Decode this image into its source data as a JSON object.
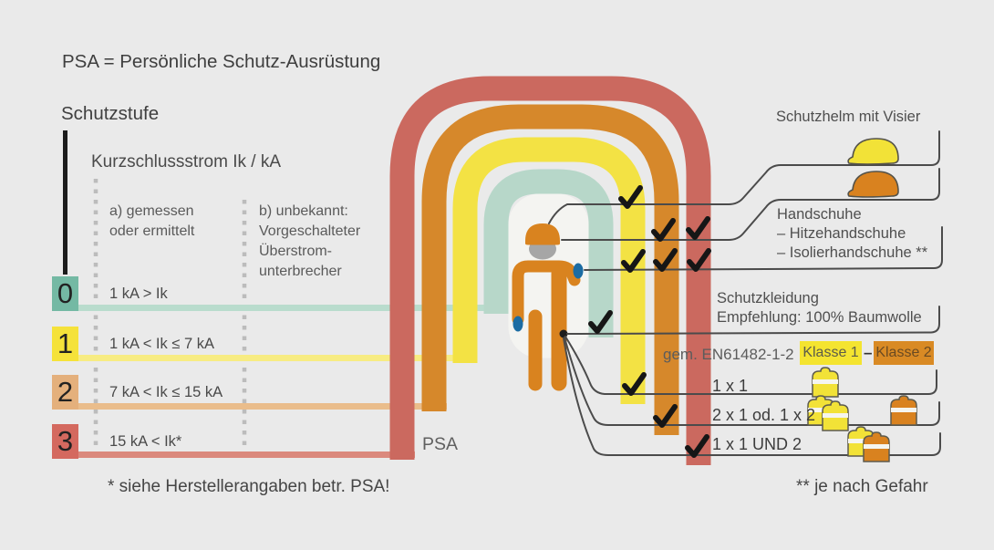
{
  "title": "PSA = Persönliche Schutz-Ausrüstung",
  "left_panel": {
    "heading": "Schutzstufe",
    "subheading": "Kurzschlussstrom Ik / kA",
    "col_a": {
      "line1": "a) gemessen",
      "line2": "oder ermittelt"
    },
    "col_b": {
      "line1": "b) unbekannt:",
      "line2": "Vorgeschalteter",
      "line3": "Überstrom-",
      "line4": "unterbrecher"
    },
    "levels": [
      {
        "number": "0",
        "range": "1 kA > Ik",
        "color": "#74b9a4"
      },
      {
        "number": "1",
        "range": "1 kA < Ik ≤ 7 kA",
        "color": "#f5e23a"
      },
      {
        "number": "2",
        "range": "7 kA < Ik ≤ 15 kA",
        "color": "#e4b07c"
      },
      {
        "number": "3",
        "range": "15 kA < Ik*",
        "color": "#d4695f"
      }
    ]
  },
  "center": {
    "psa_label": "PSA"
  },
  "right_panel": {
    "helmet": {
      "label": "Schutzhelm mit Visier"
    },
    "gloves": {
      "line1": "Handschuhe",
      "line2": "– Hitzehandschuhe",
      "line3": "– Isolierhandschuhe **"
    },
    "clothing": {
      "line1": "Schutzkleidung",
      "line2": "Empfehlung: 100% Baumwolle",
      "standard": "gem. EN61482-1-2",
      "class1": "Klasse 1",
      "dash": "–",
      "class2": "Klasse 2",
      "rows": [
        {
          "label": "1 x 1"
        },
        {
          "label": "2 x 1 od. 1 x 2"
        },
        {
          "label": "1 x 1 UND 2"
        }
      ]
    }
  },
  "footnotes": {
    "left": "* siehe Herstellerangaben betr. PSA!",
    "right": "** je nach Gefahr"
  },
  "colors": {
    "background": "#eaeaea",
    "level0": "#74b9a4",
    "level1": "#f5e23a",
    "level2": "#e4b07c",
    "level3": "#d4695f",
    "arch_teal": "#b7d7c9",
    "arch_yellow": "#f3e244",
    "arch_orange": "#d6882b",
    "arch_red": "#cb695f",
    "line_teal": "#b9dccd",
    "line_yellow": "#f7ec82",
    "line_orange": "#eabd8b",
    "line_red": "#db897d",
    "person_orange": "#d9831f",
    "glove_blue": "#1c6ca3",
    "badge_class1": "#f4e430",
    "badge_class2": "#d98a24",
    "helmet_yellow": "#f2e237",
    "helmet_orange": "#d9821f",
    "connector_gray": "#4b4b4b",
    "check_black": "#161616"
  }
}
